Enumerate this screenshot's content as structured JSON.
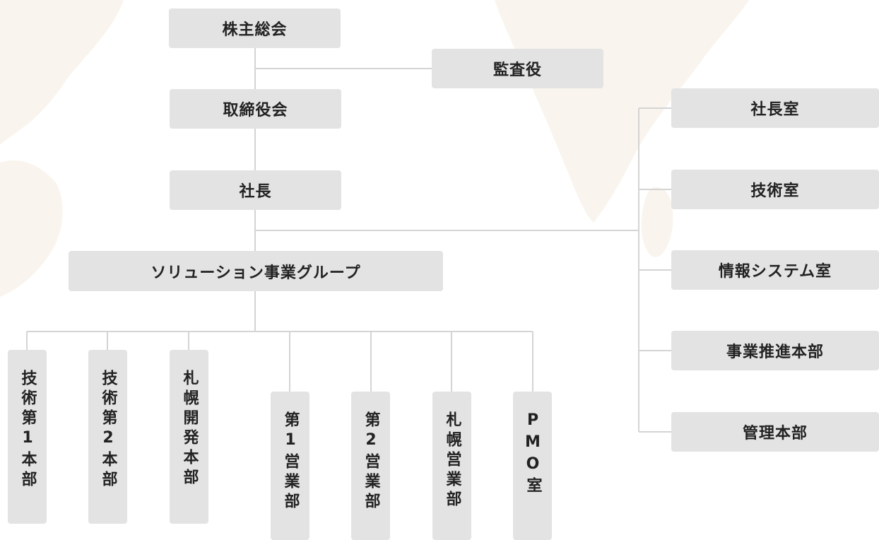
{
  "chart": {
    "top_nodes": {
      "shareholders": "株主総会",
      "auditor": "監査役",
      "board": "取締役会",
      "president": "社長"
    },
    "solution_group": "ソリューション事業グループ",
    "group_divisions": [
      "技術第1本部",
      "技術第2本部",
      "札幌開発本部",
      "第1営業部",
      "第2営業部",
      "札幌営業部",
      "PMO室"
    ],
    "staff_departments": [
      "社長室",
      "技術室",
      "情報システム室",
      "事業推進本部",
      "管理本部"
    ]
  }
}
